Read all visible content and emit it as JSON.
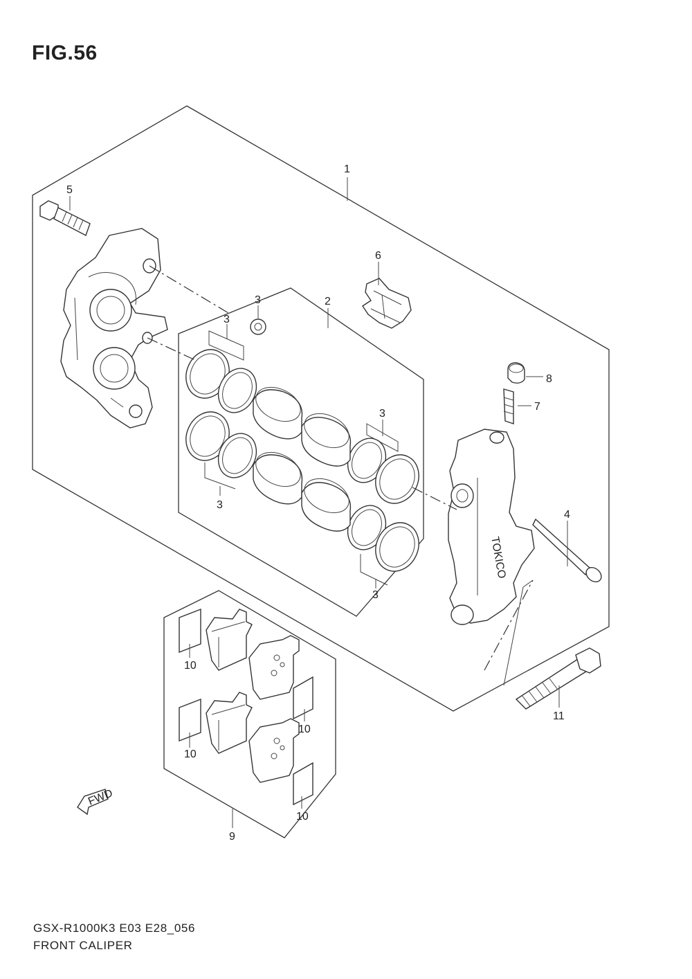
{
  "figure": {
    "title": "FIG.56"
  },
  "footer": {
    "code": "GSX-R1000K3 E03 E28_056",
    "name": "FRONT CALIPER"
  },
  "callouts": {
    "c1": "1",
    "c2": "2",
    "c3a": "3",
    "c3b": "3",
    "c3c": "3",
    "c3d": "3",
    "c3e": "3",
    "c4": "4",
    "c5": "5",
    "c6": "6",
    "c7": "7",
    "c8": "8",
    "c9": "9",
    "c10a": "10",
    "c10b": "10",
    "c10c": "10",
    "c10d": "10",
    "c11": "11"
  },
  "fwd_label": "FWD",
  "caliper_brand": "TOKICO"
}
